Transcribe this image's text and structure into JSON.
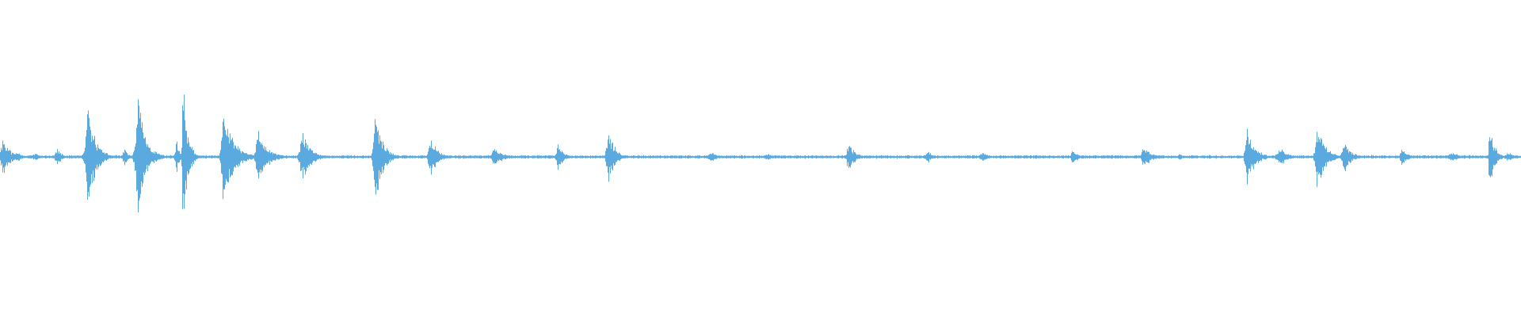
{
  "waveform": {
    "color": "#5aaae0",
    "duration_units": 1000,
    "baseline_amplitude": 0.008,
    "events": [
      {
        "t": 2,
        "amp": 0.16,
        "spread": 3,
        "tail": 8
      },
      {
        "t": 12,
        "amp": 0.03,
        "spread": 6,
        "tail": 6
      },
      {
        "t": 24,
        "amp": 0.02,
        "spread": 8,
        "tail": 6
      },
      {
        "t": 38,
        "amp": 0.06,
        "spread": 4,
        "tail": 5
      },
      {
        "t": 58,
        "amp": 0.36,
        "spread": 4,
        "tail": 10
      },
      {
        "t": 82,
        "amp": 0.06,
        "spread": 3,
        "tail": 4
      },
      {
        "t": 91,
        "amp": 0.4,
        "spread": 4,
        "tail": 10
      },
      {
        "t": 116,
        "amp": 0.12,
        "spread": 2,
        "tail": 4
      },
      {
        "t": 120,
        "amp": 0.56,
        "spread": 1,
        "tail": 6
      },
      {
        "t": 126,
        "amp": 0.08,
        "spread": 2,
        "tail": 5
      },
      {
        "t": 147,
        "amp": 0.34,
        "spread": 3,
        "tail": 14
      },
      {
        "t": 170,
        "amp": 0.18,
        "spread": 4,
        "tail": 12
      },
      {
        "t": 199,
        "amp": 0.2,
        "spread": 4,
        "tail": 10
      },
      {
        "t": 247,
        "amp": 0.36,
        "spread": 3,
        "tail": 9
      },
      {
        "t": 283,
        "amp": 0.14,
        "spread": 3,
        "tail": 9
      },
      {
        "t": 325,
        "amp": 0.06,
        "spread": 4,
        "tail": 12
      },
      {
        "t": 367,
        "amp": 0.1,
        "spread": 3,
        "tail": 6
      },
      {
        "t": 400,
        "amp": 0.2,
        "spread": 3,
        "tail": 8
      },
      {
        "t": 468,
        "amp": 0.03,
        "spread": 5,
        "tail": 8
      },
      {
        "t": 505,
        "amp": 0.02,
        "spread": 6,
        "tail": 8
      },
      {
        "t": 558,
        "amp": 0.1,
        "spread": 3,
        "tail": 8
      },
      {
        "t": 610,
        "amp": 0.04,
        "spread": 4,
        "tail": 6
      },
      {
        "t": 646,
        "amp": 0.03,
        "spread": 4,
        "tail": 8
      },
      {
        "t": 705,
        "amp": 0.07,
        "spread": 2,
        "tail": 6
      },
      {
        "t": 752,
        "amp": 0.08,
        "spread": 3,
        "tail": 10
      },
      {
        "t": 776,
        "amp": 0.02,
        "spread": 3,
        "tail": 3
      },
      {
        "t": 820,
        "amp": 0.2,
        "spread": 3,
        "tail": 10
      },
      {
        "t": 842,
        "amp": 0.06,
        "spread": 6,
        "tail": 10
      },
      {
        "t": 866,
        "amp": 0.24,
        "spread": 3,
        "tail": 10
      },
      {
        "t": 884,
        "amp": 0.12,
        "spread": 4,
        "tail": 8
      },
      {
        "t": 922,
        "amp": 0.07,
        "spread": 3,
        "tail": 6
      },
      {
        "t": 955,
        "amp": 0.03,
        "spread": 6,
        "tail": 8
      },
      {
        "t": 979,
        "amp": 0.28,
        "spread": 1,
        "tail": 6
      },
      {
        "t": 992,
        "amp": 0.03,
        "spread": 5,
        "tail": 5
      }
    ]
  }
}
